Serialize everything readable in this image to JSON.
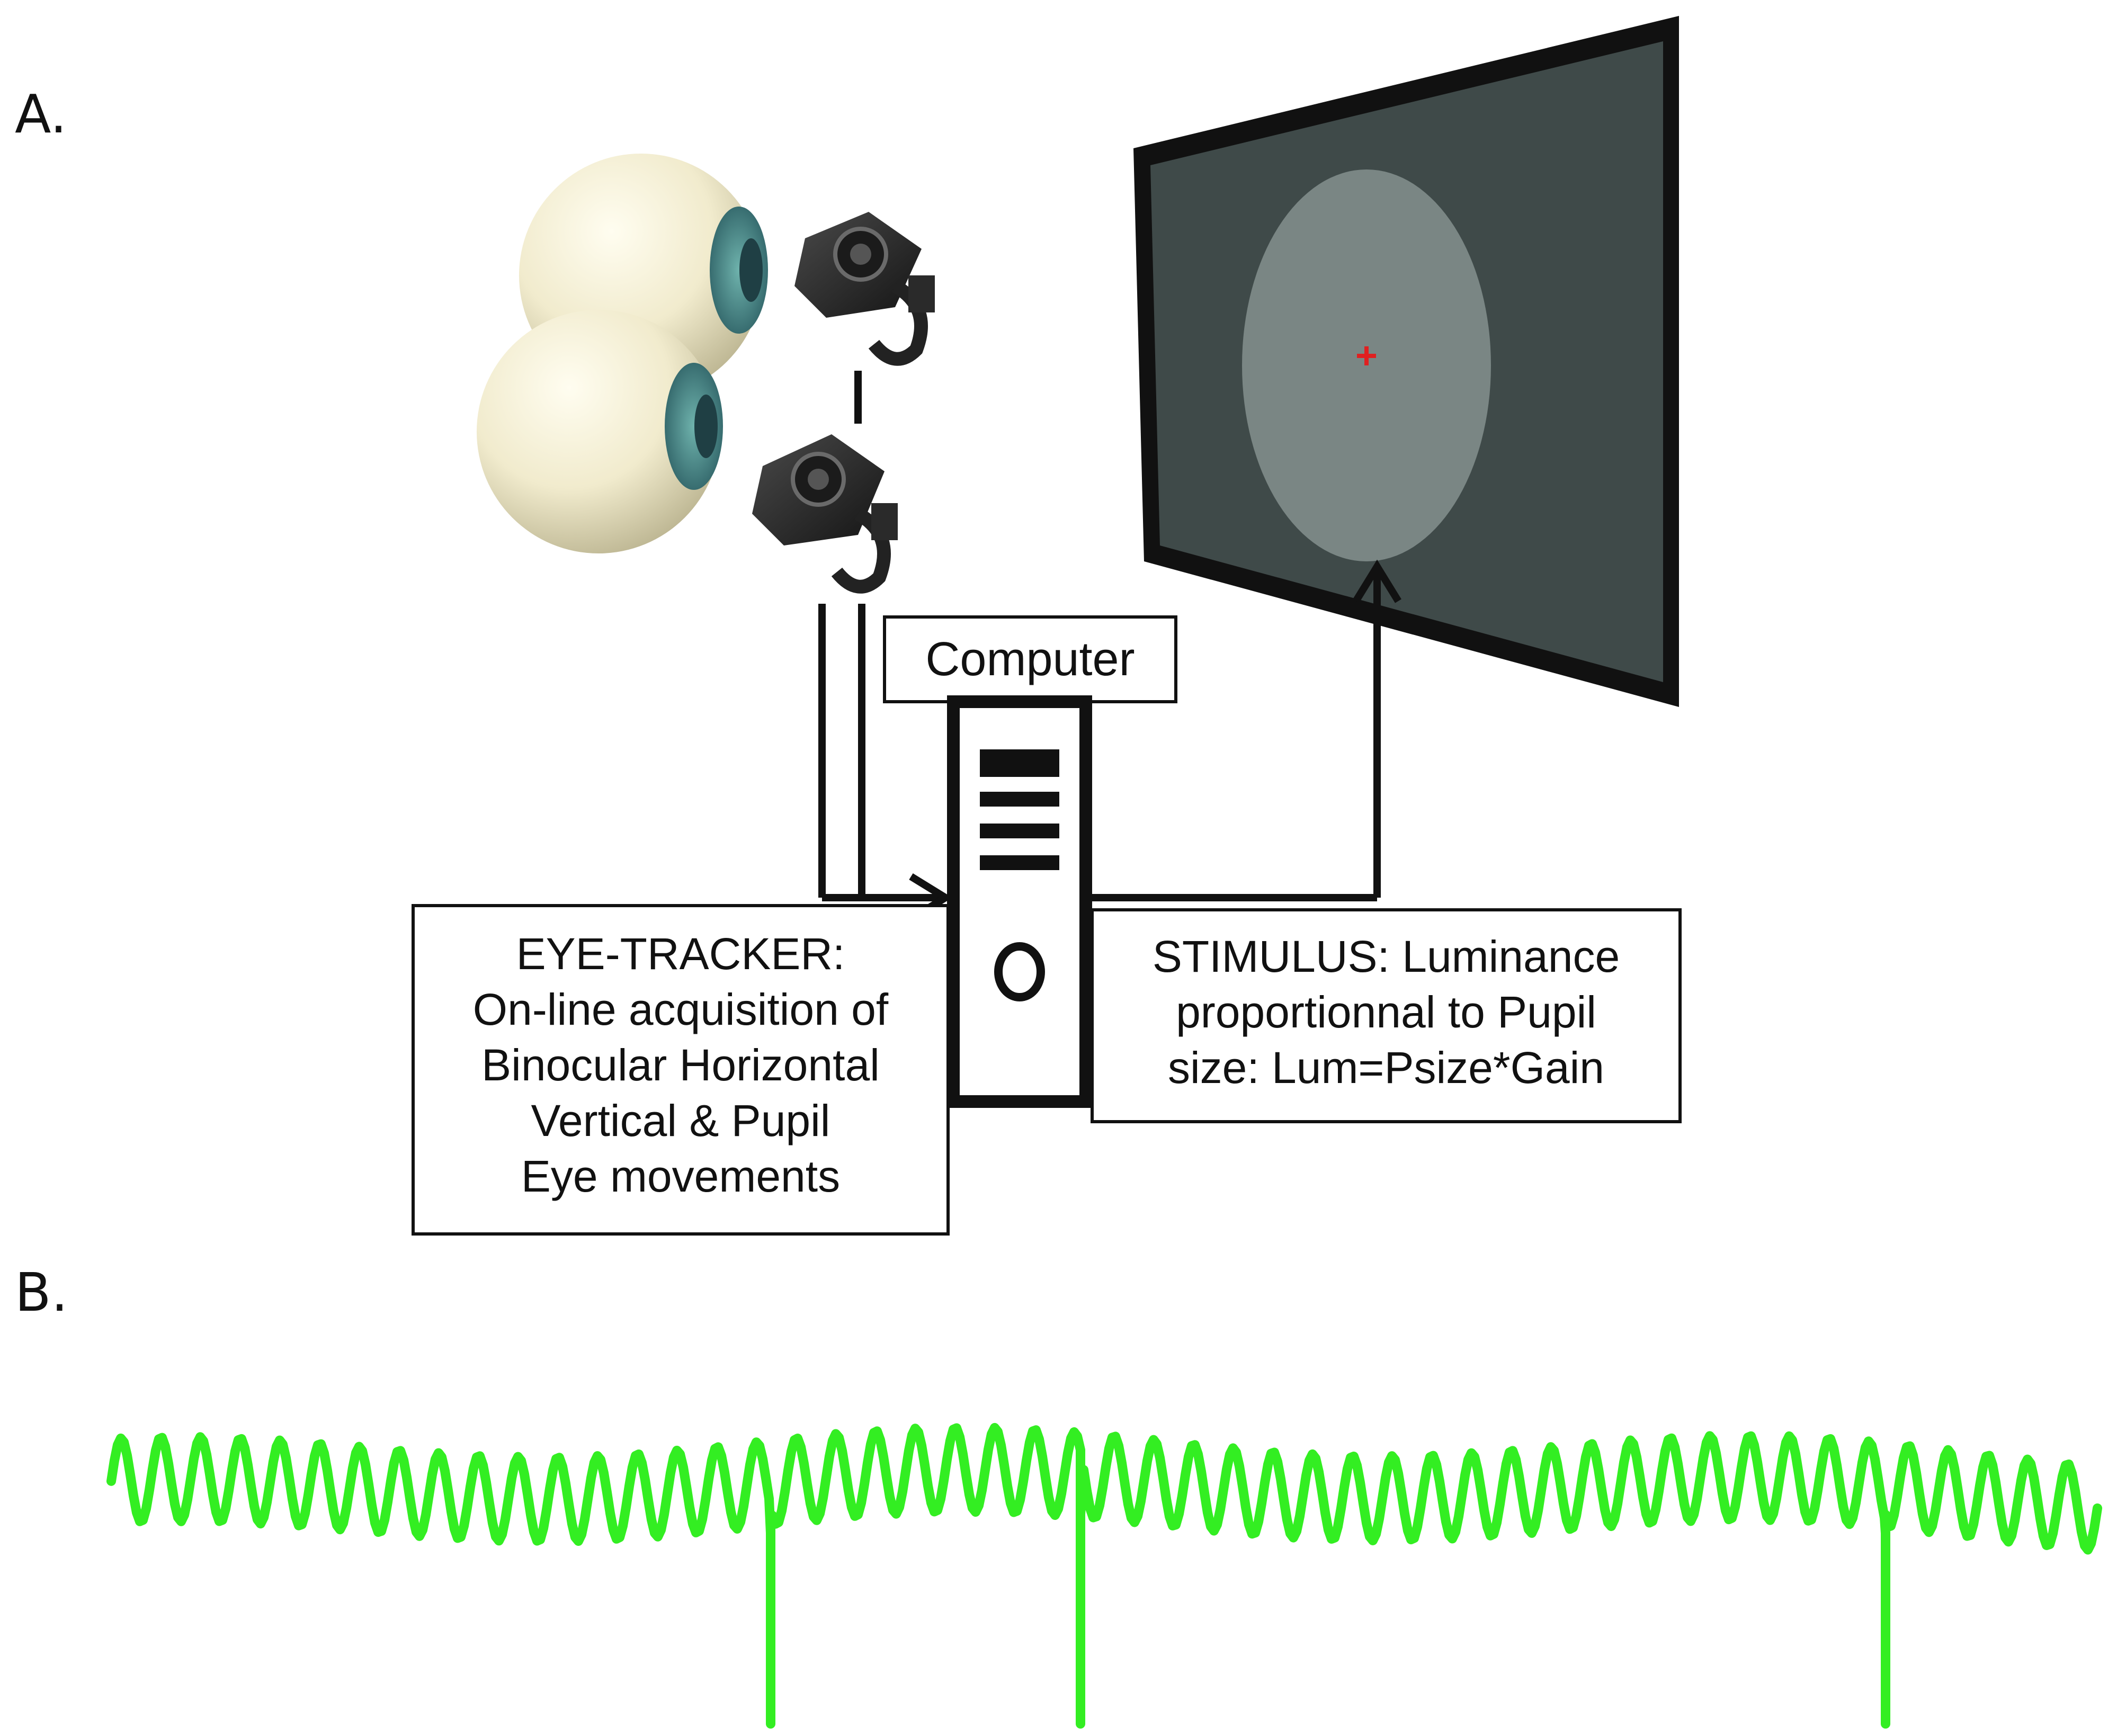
{
  "panels": {
    "a_label": "A.",
    "b_label": "B."
  },
  "computer": {
    "label": "Computer"
  },
  "eye_tracker": {
    "lines": [
      "EYE-TRACKER:",
      "On-line acquisition of",
      "Binocular Horizontal",
      "Vertical & Pupil",
      "Eye movements"
    ]
  },
  "stimulus": {
    "lines": [
      "STIMULUS:  Luminance",
      "proportionnal to Pupil",
      "size: Lum=Psize*Gain"
    ]
  },
  "icons": [
    "eyeball-icon",
    "camera-icon",
    "computer-tower-icon",
    "monitor-icon",
    "fixation-cross-icon"
  ],
  "colors": {
    "trace": "#33ee22",
    "screen_bg": "#3f4a49",
    "stimulus_disk": "#7a8684",
    "fixation_cross": "#e02020",
    "eyeball": "#f3eed2",
    "iris": "#3f8a86"
  }
}
